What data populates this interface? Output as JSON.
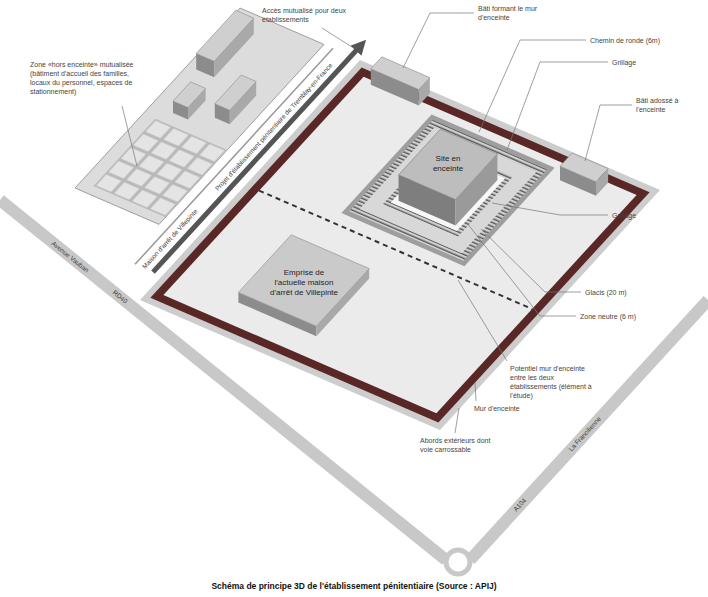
{
  "diagram": {
    "caption": "Schéma de principe 3D de l'établissement pénitentiaire (Source : APIJ)",
    "nodes": [
      {
        "text": [
          "Site en enceinte"
        ]
      },
      {
        "text": [
          "Emprise de l'actuelle maison d'arrêt de Villepinte"
        ]
      }
    ],
    "labels": [
      "Zone «hors enceinte» mutualisée (bâtiment d'accueil des familles, locaux du personnel, espaces de stationnement)",
      "Accès mutualisé pour deux établissements",
      "Bâti formant le mur d'enceinte",
      "Chemin de ronde (6m)",
      "Grillage",
      "Bâti adossé à l'enceinte",
      "Grillage",
      "Glacis (20 m)",
      "Zone neutre (6 m)",
      "Potentiel mur d'enceinte entre les deux établissements (élément à l'étude)",
      "Mur d'enceinte",
      "Abords extérieurs dont voie carrossable",
      "Projet d'établissement pénitentiaire de Tremblay-en-France",
      "Maison d'arrêt de Villepinte",
      "Avenue Vauban",
      "RD40",
      "La Francilienne",
      "A104"
    ]
  }
}
